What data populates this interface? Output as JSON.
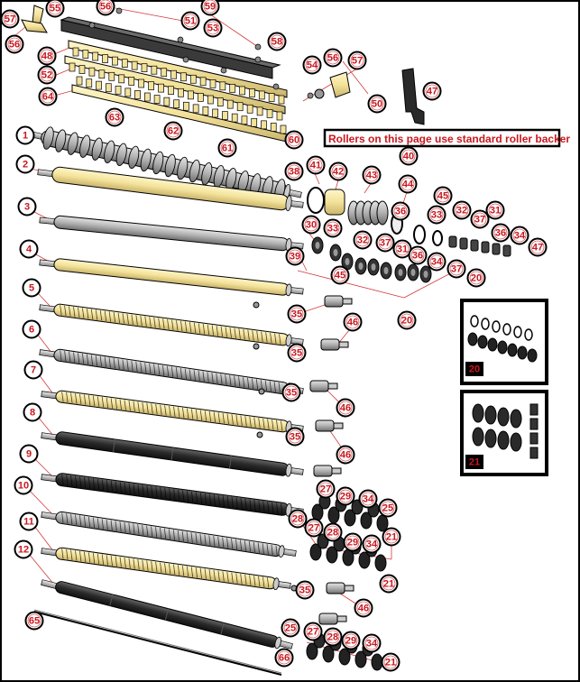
{
  "banner": {
    "text": "Rollers on this page use standard roller backer"
  },
  "colors": {
    "callout_red": "#c8181e",
    "callout_fill": "#ffffff",
    "leader_red": "#d43a3a",
    "cream": "#f7eaa6",
    "cream_dark": "#d8c57a",
    "gray": "#b4b4b4",
    "gray_dark": "#7a7a7a",
    "black": "#2a2a2a"
  },
  "rollers": [
    {
      "callout": "1",
      "type": "segmented-black",
      "color": "gray-dark"
    },
    {
      "callout": "2",
      "type": "plain",
      "color": "cream"
    },
    {
      "callout": "3",
      "type": "plain",
      "color": "gray"
    },
    {
      "callout": "4",
      "type": "plain",
      "color": "cream"
    },
    {
      "callout": "5",
      "type": "knurled",
      "color": "cream"
    },
    {
      "callout": "6",
      "type": "knurled",
      "color": "gray"
    },
    {
      "callout": "7",
      "type": "knurled",
      "color": "cream"
    },
    {
      "callout": "8",
      "type": "plain",
      "color": "black"
    },
    {
      "callout": "9",
      "type": "knurled",
      "color": "black"
    },
    {
      "callout": "10",
      "type": "knurled",
      "color": "gray"
    },
    {
      "callout": "11",
      "type": "knurled",
      "color": "cream"
    },
    {
      "callout": "12",
      "type": "plain",
      "color": "black"
    }
  ],
  "callouts": [
    {
      "label": "57"
    },
    {
      "label": "55"
    },
    {
      "label": "56"
    },
    {
      "label": "59"
    },
    {
      "label": "51"
    },
    {
      "label": "53"
    },
    {
      "label": "58"
    },
    {
      "label": "56"
    },
    {
      "label": "48"
    },
    {
      "label": "52"
    },
    {
      "label": "54"
    },
    {
      "label": "56"
    },
    {
      "label": "57"
    },
    {
      "label": "64"
    },
    {
      "label": "50"
    },
    {
      "label": "47"
    },
    {
      "label": "63"
    },
    {
      "label": "62"
    },
    {
      "label": "61"
    },
    {
      "label": "60"
    },
    {
      "label": "40"
    },
    {
      "label": "38"
    },
    {
      "label": "41"
    },
    {
      "label": "42"
    },
    {
      "label": "43"
    },
    {
      "label": "44"
    },
    {
      "label": "45"
    },
    {
      "label": "30"
    },
    {
      "label": "33"
    },
    {
      "label": "36"
    },
    {
      "label": "33"
    },
    {
      "label": "32"
    },
    {
      "label": "31"
    },
    {
      "label": "37"
    },
    {
      "label": "39"
    },
    {
      "label": "32"
    },
    {
      "label": "37"
    },
    {
      "label": "31"
    },
    {
      "label": "36"
    },
    {
      "label": "34"
    },
    {
      "label": "47"
    },
    {
      "label": "36"
    },
    {
      "label": "34"
    },
    {
      "label": "37"
    },
    {
      "label": "20"
    },
    {
      "label": "45"
    },
    {
      "label": "20"
    },
    {
      "label": "35"
    },
    {
      "label": "46"
    },
    {
      "label": "35"
    },
    {
      "label": "35"
    },
    {
      "label": "46"
    },
    {
      "label": "35"
    },
    {
      "label": "46"
    },
    {
      "label": "27"
    },
    {
      "label": "28"
    },
    {
      "label": "29"
    },
    {
      "label": "34"
    },
    {
      "label": "25"
    },
    {
      "label": "27"
    },
    {
      "label": "28"
    },
    {
      "label": "29"
    },
    {
      "label": "21"
    },
    {
      "label": "34"
    },
    {
      "label": "21"
    },
    {
      "label": "35"
    },
    {
      "label": "46"
    },
    {
      "label": "25"
    },
    {
      "label": "27"
    },
    {
      "label": "28"
    },
    {
      "label": "29"
    },
    {
      "label": "34"
    },
    {
      "label": "21"
    },
    {
      "label": "66"
    },
    {
      "label": "65"
    }
  ],
  "insets": [
    {
      "label": "20"
    },
    {
      "label": "21"
    }
  ]
}
